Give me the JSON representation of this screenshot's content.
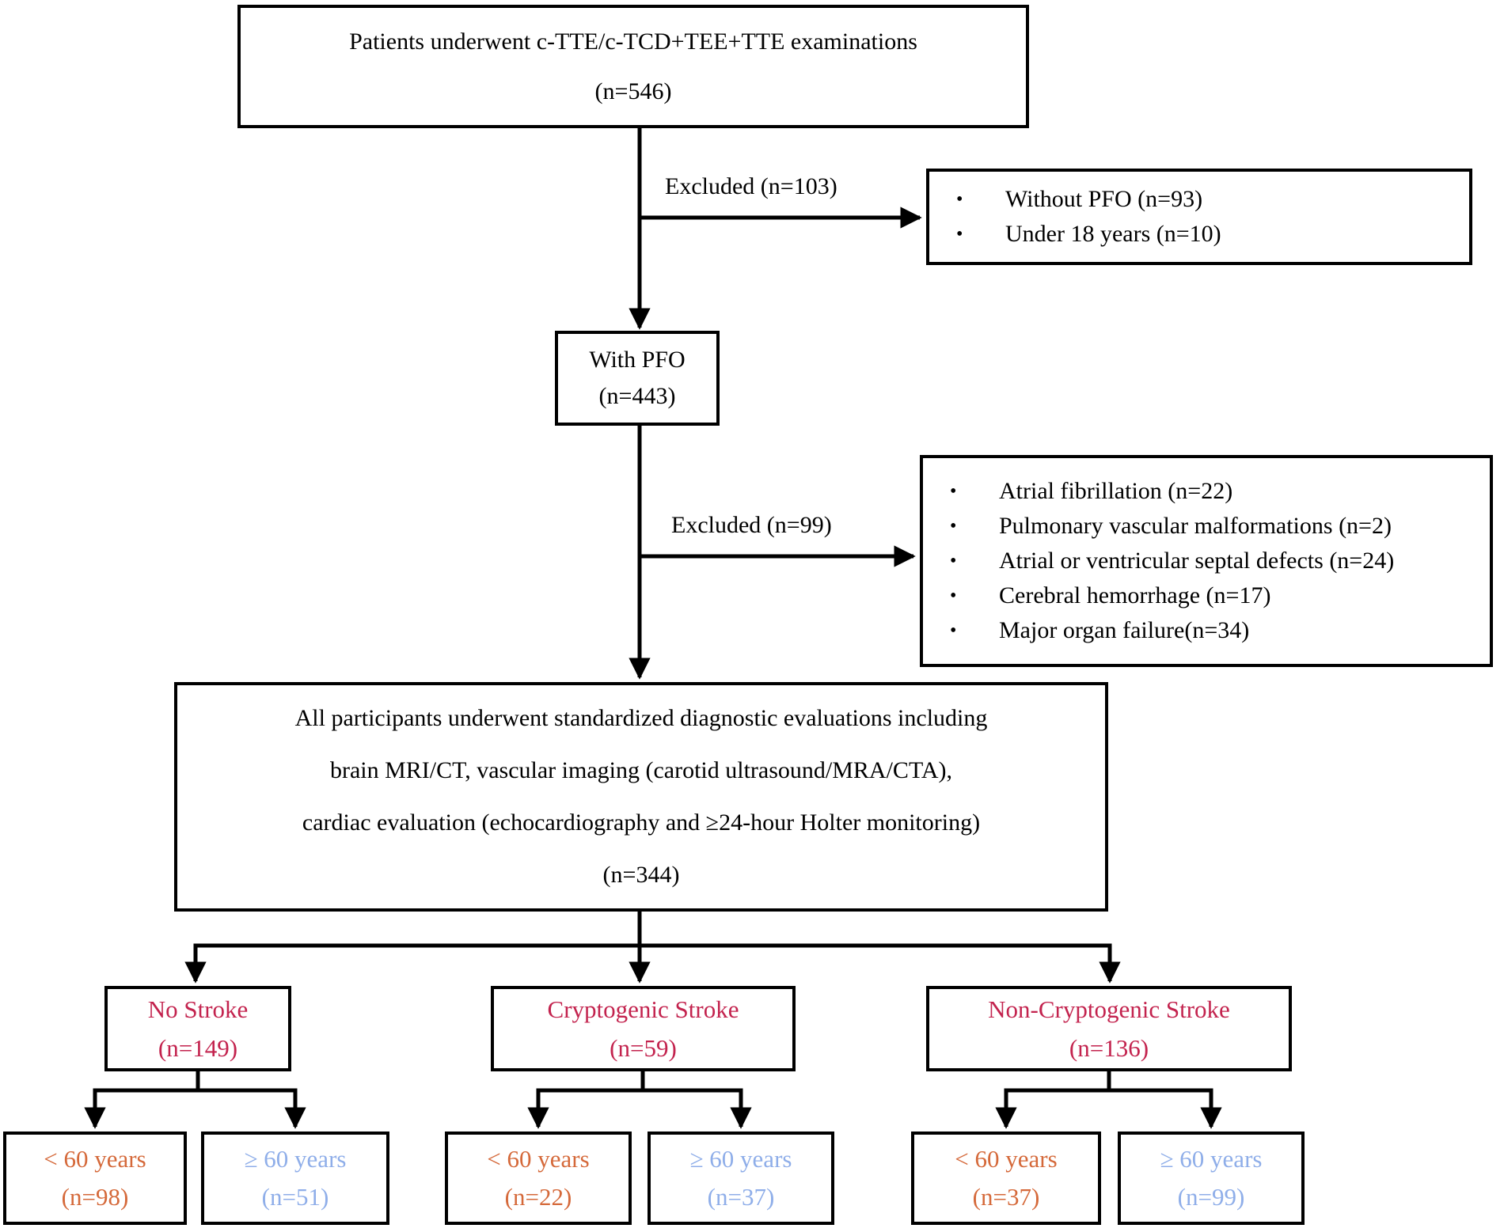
{
  "colors": {
    "stroke_label": "#C3234E",
    "under60": "#D5693A",
    "over60": "#8FAEE9",
    "line": "#000000"
  },
  "nodes": {
    "top": {
      "line1": "Patients underwent c-TTE/c-TCD+TEE+TTE examinations",
      "n": "(n=546)"
    },
    "excluded1": {
      "label": "Excluded (n=103)",
      "items": [
        "Without PFO (n=93)",
        "Under 18 years (n=10)"
      ]
    },
    "with_pfo": {
      "line1": "With PFO",
      "n": "(n=443)"
    },
    "excluded2": {
      "label": "Excluded (n=99)",
      "items": [
        "Atrial fibrillation (n=22)",
        "Pulmonary vascular malformations (n=2)",
        "Atrial or ventricular septal defects (n=24)",
        "Cerebral hemorrhage (n=17)",
        "Major organ failure(n=34)"
      ]
    },
    "eligible": {
      "line1": "All participants underwent standardized diagnostic evaluations including",
      "line2": "brain MRI/CT, vascular imaging (carotid ultrasound/MRA/CTA),",
      "line3": "cardiac evaluation (echocardiography and ≥24-hour Holter monitoring)",
      "n": "(n=344)"
    },
    "no_stroke": {
      "line1": "No Stroke",
      "n": "(n=149)"
    },
    "cryptogenic": {
      "line1": "Cryptogenic Stroke",
      "n": "(n=59)"
    },
    "non_cryptogenic": {
      "line1": "Non-Cryptogenic Stroke",
      "n": "(n=136)"
    },
    "age_groups": [
      {
        "line1": "< 60 years",
        "n": "(n=98)"
      },
      {
        "line1": "≥ 60 years",
        "n": "(n=51)"
      },
      {
        "line1": "< 60 years",
        "n": "(n=22)"
      },
      {
        "line1": "≥ 60 years",
        "n": "(n=37)"
      },
      {
        "line1": "< 60 years",
        "n": "(n=37)"
      },
      {
        "line1": "≥ 60 years",
        "n": "(n=99)"
      }
    ]
  }
}
